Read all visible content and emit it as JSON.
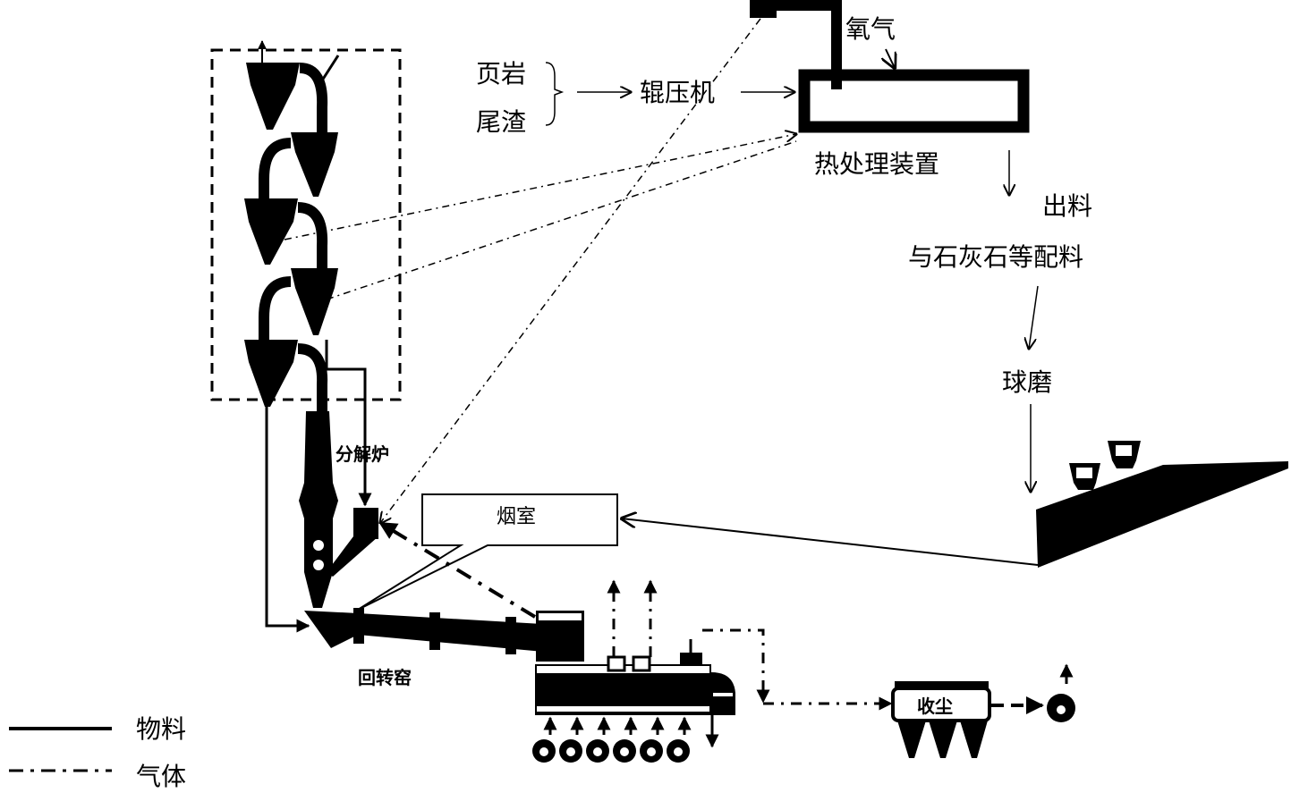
{
  "diagram": {
    "inputs": {
      "shale": "页岩",
      "slag": "尾渣"
    },
    "roller_press": "辊压机",
    "oxygen": "氧气",
    "heat_treatment": "热处理装置",
    "discharge": "出料",
    "batching": "与石灰石等配料",
    "ball_mill": "球磨",
    "calciner": "分解炉",
    "smoke_chamber": "烟室",
    "rotary_kiln": "回转窑",
    "dust_collector": "收尘"
  },
  "legend": {
    "material": "物料",
    "gas": "气体"
  },
  "colors": {
    "ink": "#000000",
    "background": "#ffffff"
  }
}
